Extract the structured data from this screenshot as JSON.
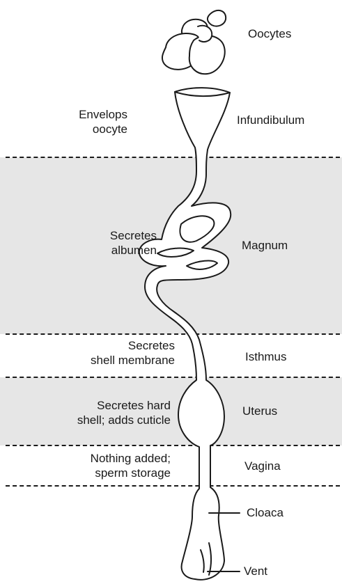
{
  "title": "Oocytes",
  "regions": [
    {
      "id": "infundibulum",
      "name": "Infundibulum",
      "function_lines": [
        "Envelops",
        "oocyte"
      ]
    },
    {
      "id": "magnum",
      "name": "Magnum",
      "function_lines": [
        "Secretes",
        "albumen"
      ]
    },
    {
      "id": "isthmus",
      "name": "Isthmus",
      "function_lines": [
        "Secretes",
        "shell membrane"
      ]
    },
    {
      "id": "uterus",
      "name": "Uterus",
      "function_lines": [
        "Secretes hard",
        "shell; adds cuticle"
      ]
    },
    {
      "id": "vagina",
      "name": "Vagina",
      "function_lines": [
        "Nothing added;",
        "sperm storage"
      ]
    }
  ],
  "terminal_labels": {
    "cloaca": "Cloaca",
    "vent": "Vent"
  },
  "colors": {
    "band_fill": "#e6e6e6",
    "ink": "#1a1a1a"
  }
}
